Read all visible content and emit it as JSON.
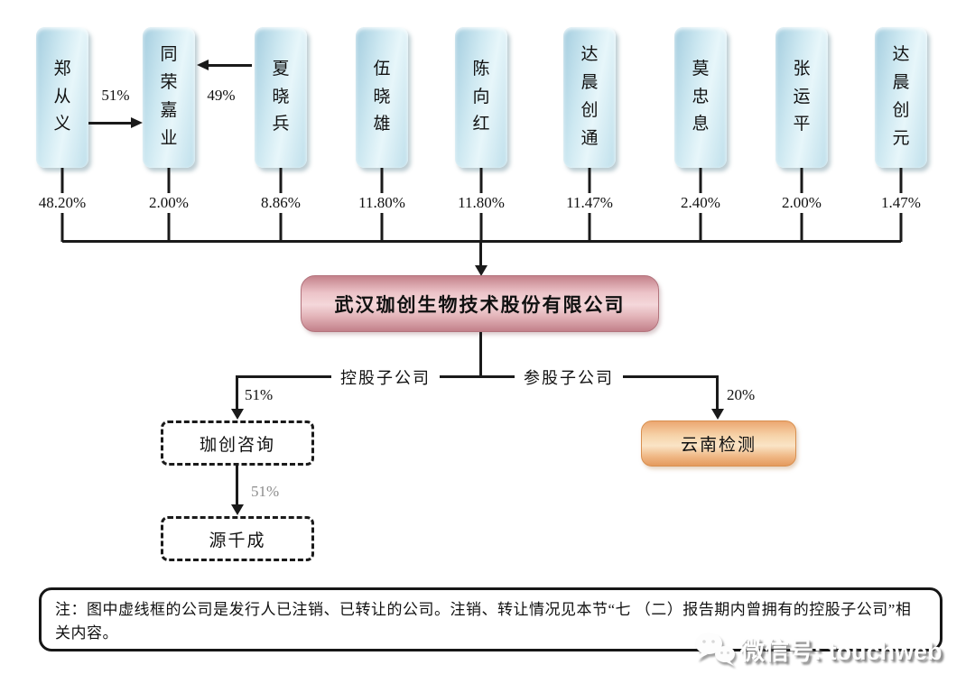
{
  "diagram": {
    "shareholders": [
      {
        "name": "郑从义",
        "pct": "48.20%"
      },
      {
        "name": "同荣嘉业",
        "pct": "2.00%"
      },
      {
        "name": "夏晓兵",
        "pct": "8.86%"
      },
      {
        "name": "伍晓雄",
        "pct": "11.80%"
      },
      {
        "name": "陈向红",
        "pct": "11.80%"
      },
      {
        "name": "达晨创通",
        "pct": "11.47%"
      },
      {
        "name": "莫忠息",
        "pct": "2.40%"
      },
      {
        "name": "张运平",
        "pct": "2.00%"
      },
      {
        "name": "达晨创元",
        "pct": "1.47%"
      }
    ],
    "cross_holdings": [
      {
        "from": "郑从义",
        "to": "同荣嘉业",
        "pct": "51%"
      },
      {
        "from": "夏晓兵",
        "to": "同荣嘉业",
        "pct": "49%"
      }
    ],
    "company": {
      "name": "武汉珈创生物技术股份有限公司"
    },
    "branches": {
      "left_label": "控股子公司",
      "right_label": "参股子公司"
    },
    "subsidiaries": [
      {
        "name": "珈创咨询",
        "pct": "51%",
        "box_style": "dashed"
      },
      {
        "name": "源千成",
        "pct": "51%",
        "box_style": "dashed"
      },
      {
        "name": "云南检测",
        "pct": "20%",
        "box_style": "solid"
      }
    ],
    "note": "注：图中虚线框的公司是发行人已注销、已转让的公司。注销、转让情况见本节“七 （二）报告期内曾拥有的控股子公司”相关内容。",
    "watermark": {
      "label": "微信号: touchweb",
      "icon": "wechat-icon"
    }
  },
  "colors": {
    "shareholder_box": "#cde8f1",
    "company_box": "#ecc3c8",
    "participating_box": "#f6d3a9",
    "line": "#1a1a1a",
    "muted_pct": "#8d8d8d"
  }
}
